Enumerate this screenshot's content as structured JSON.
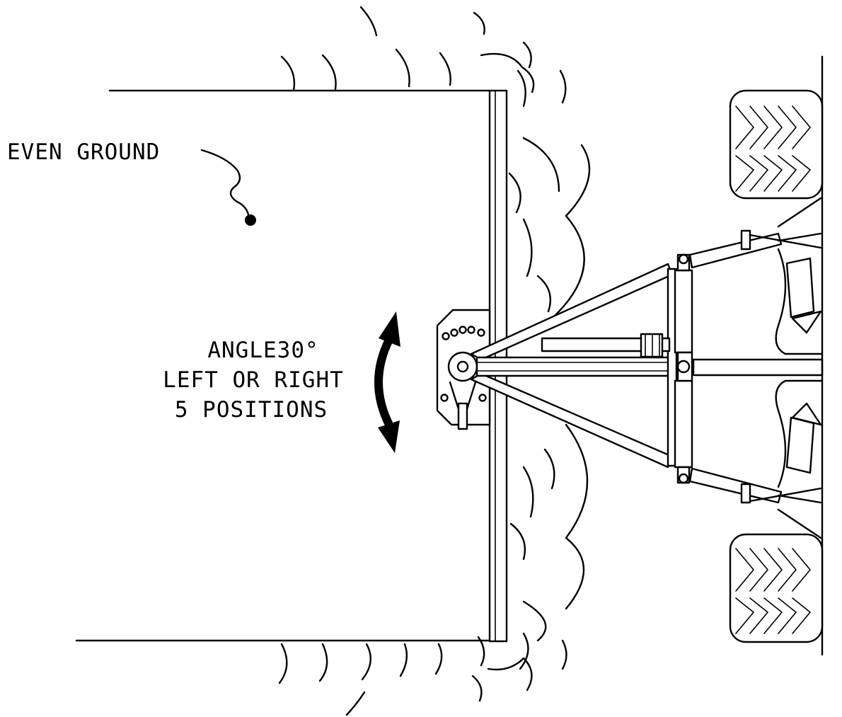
{
  "labels": {
    "even_ground": "EVEN GROUND",
    "angle_line1": "ANGLE30°",
    "angle_line2": "LEFT OR RIGHT",
    "angle_line3": "5 POSITIONS"
  },
  "colors": {
    "line": "#000000",
    "background": "#ffffff"
  }
}
